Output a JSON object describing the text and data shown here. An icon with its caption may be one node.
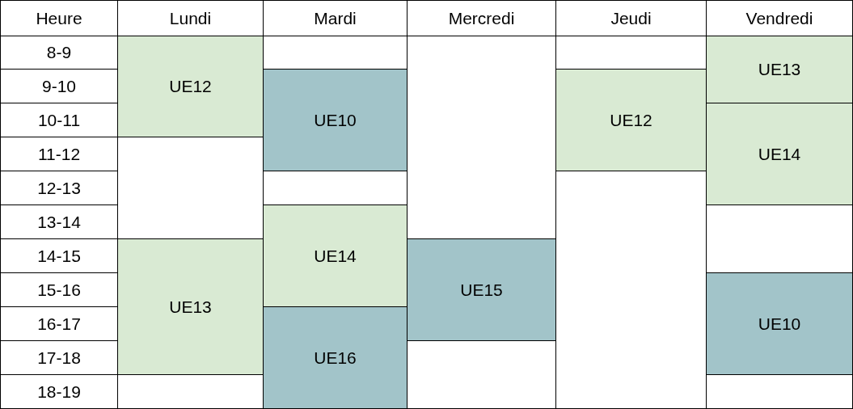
{
  "diagram": {
    "labels": [
      "Heure",
      "Lundi",
      "Mardi",
      "Mercredi",
      "Jeudi",
      "Vendredi",
      "8-9",
      "UE12",
      "UE13",
      "9-10",
      "UE10",
      "UE12",
      "10-11",
      "UE14",
      "11-12",
      "12-13",
      "13-14",
      "UE14",
      "14-15",
      "UE13",
      "UE15",
      "15-16",
      "UE10",
      "16-17",
      "UE16",
      "17-18",
      "18-19"
    ]
  }
}
